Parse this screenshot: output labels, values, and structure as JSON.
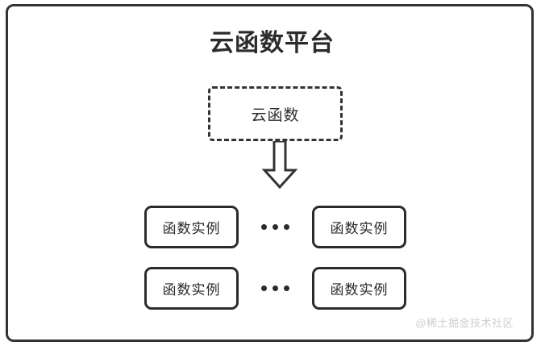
{
  "diagram": {
    "title": "云函数平台",
    "cloud_function": {
      "label": "云函数",
      "style": "dashed"
    },
    "arrow": {
      "icon": "block-arrow-down-icon",
      "direction": "down"
    },
    "instance_rows": [
      {
        "left": {
          "label": "函数实例"
        },
        "separator": "•••",
        "right": {
          "label": "函数实例"
        }
      },
      {
        "left": {
          "label": "函数实例"
        },
        "separator": "•••",
        "right": {
          "label": "函数实例"
        }
      }
    ],
    "watermark": "@稀土掘金技术社区",
    "colors": {
      "border": "#333333",
      "box_border": "#2b2b2b",
      "text": "#2b2b2b",
      "background": "#ffffff",
      "watermark": "#cfcfcf"
    }
  }
}
